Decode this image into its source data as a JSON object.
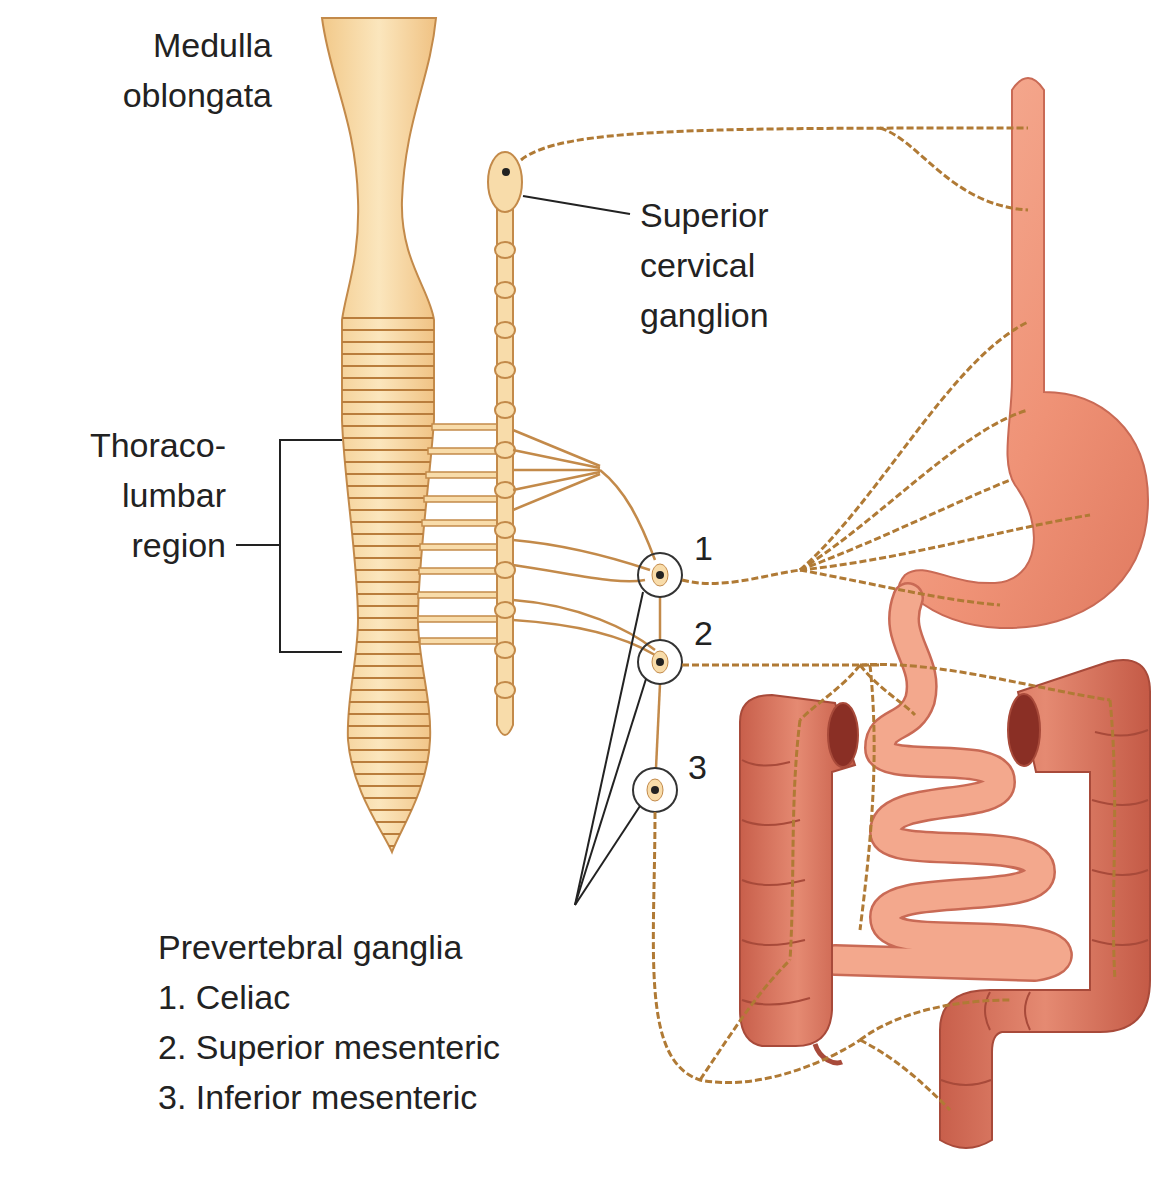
{
  "diagram": {
    "labels": [
      "Medulla oblongata",
      "Superior cervical ganglion",
      "Thoraco- lumbar region",
      "1",
      "2",
      "3",
      "Prevertebral ganglia",
      "1. Celiac",
      "2. Superior mesenteric",
      "3. Inferior mesenteric"
    ]
  }
}
